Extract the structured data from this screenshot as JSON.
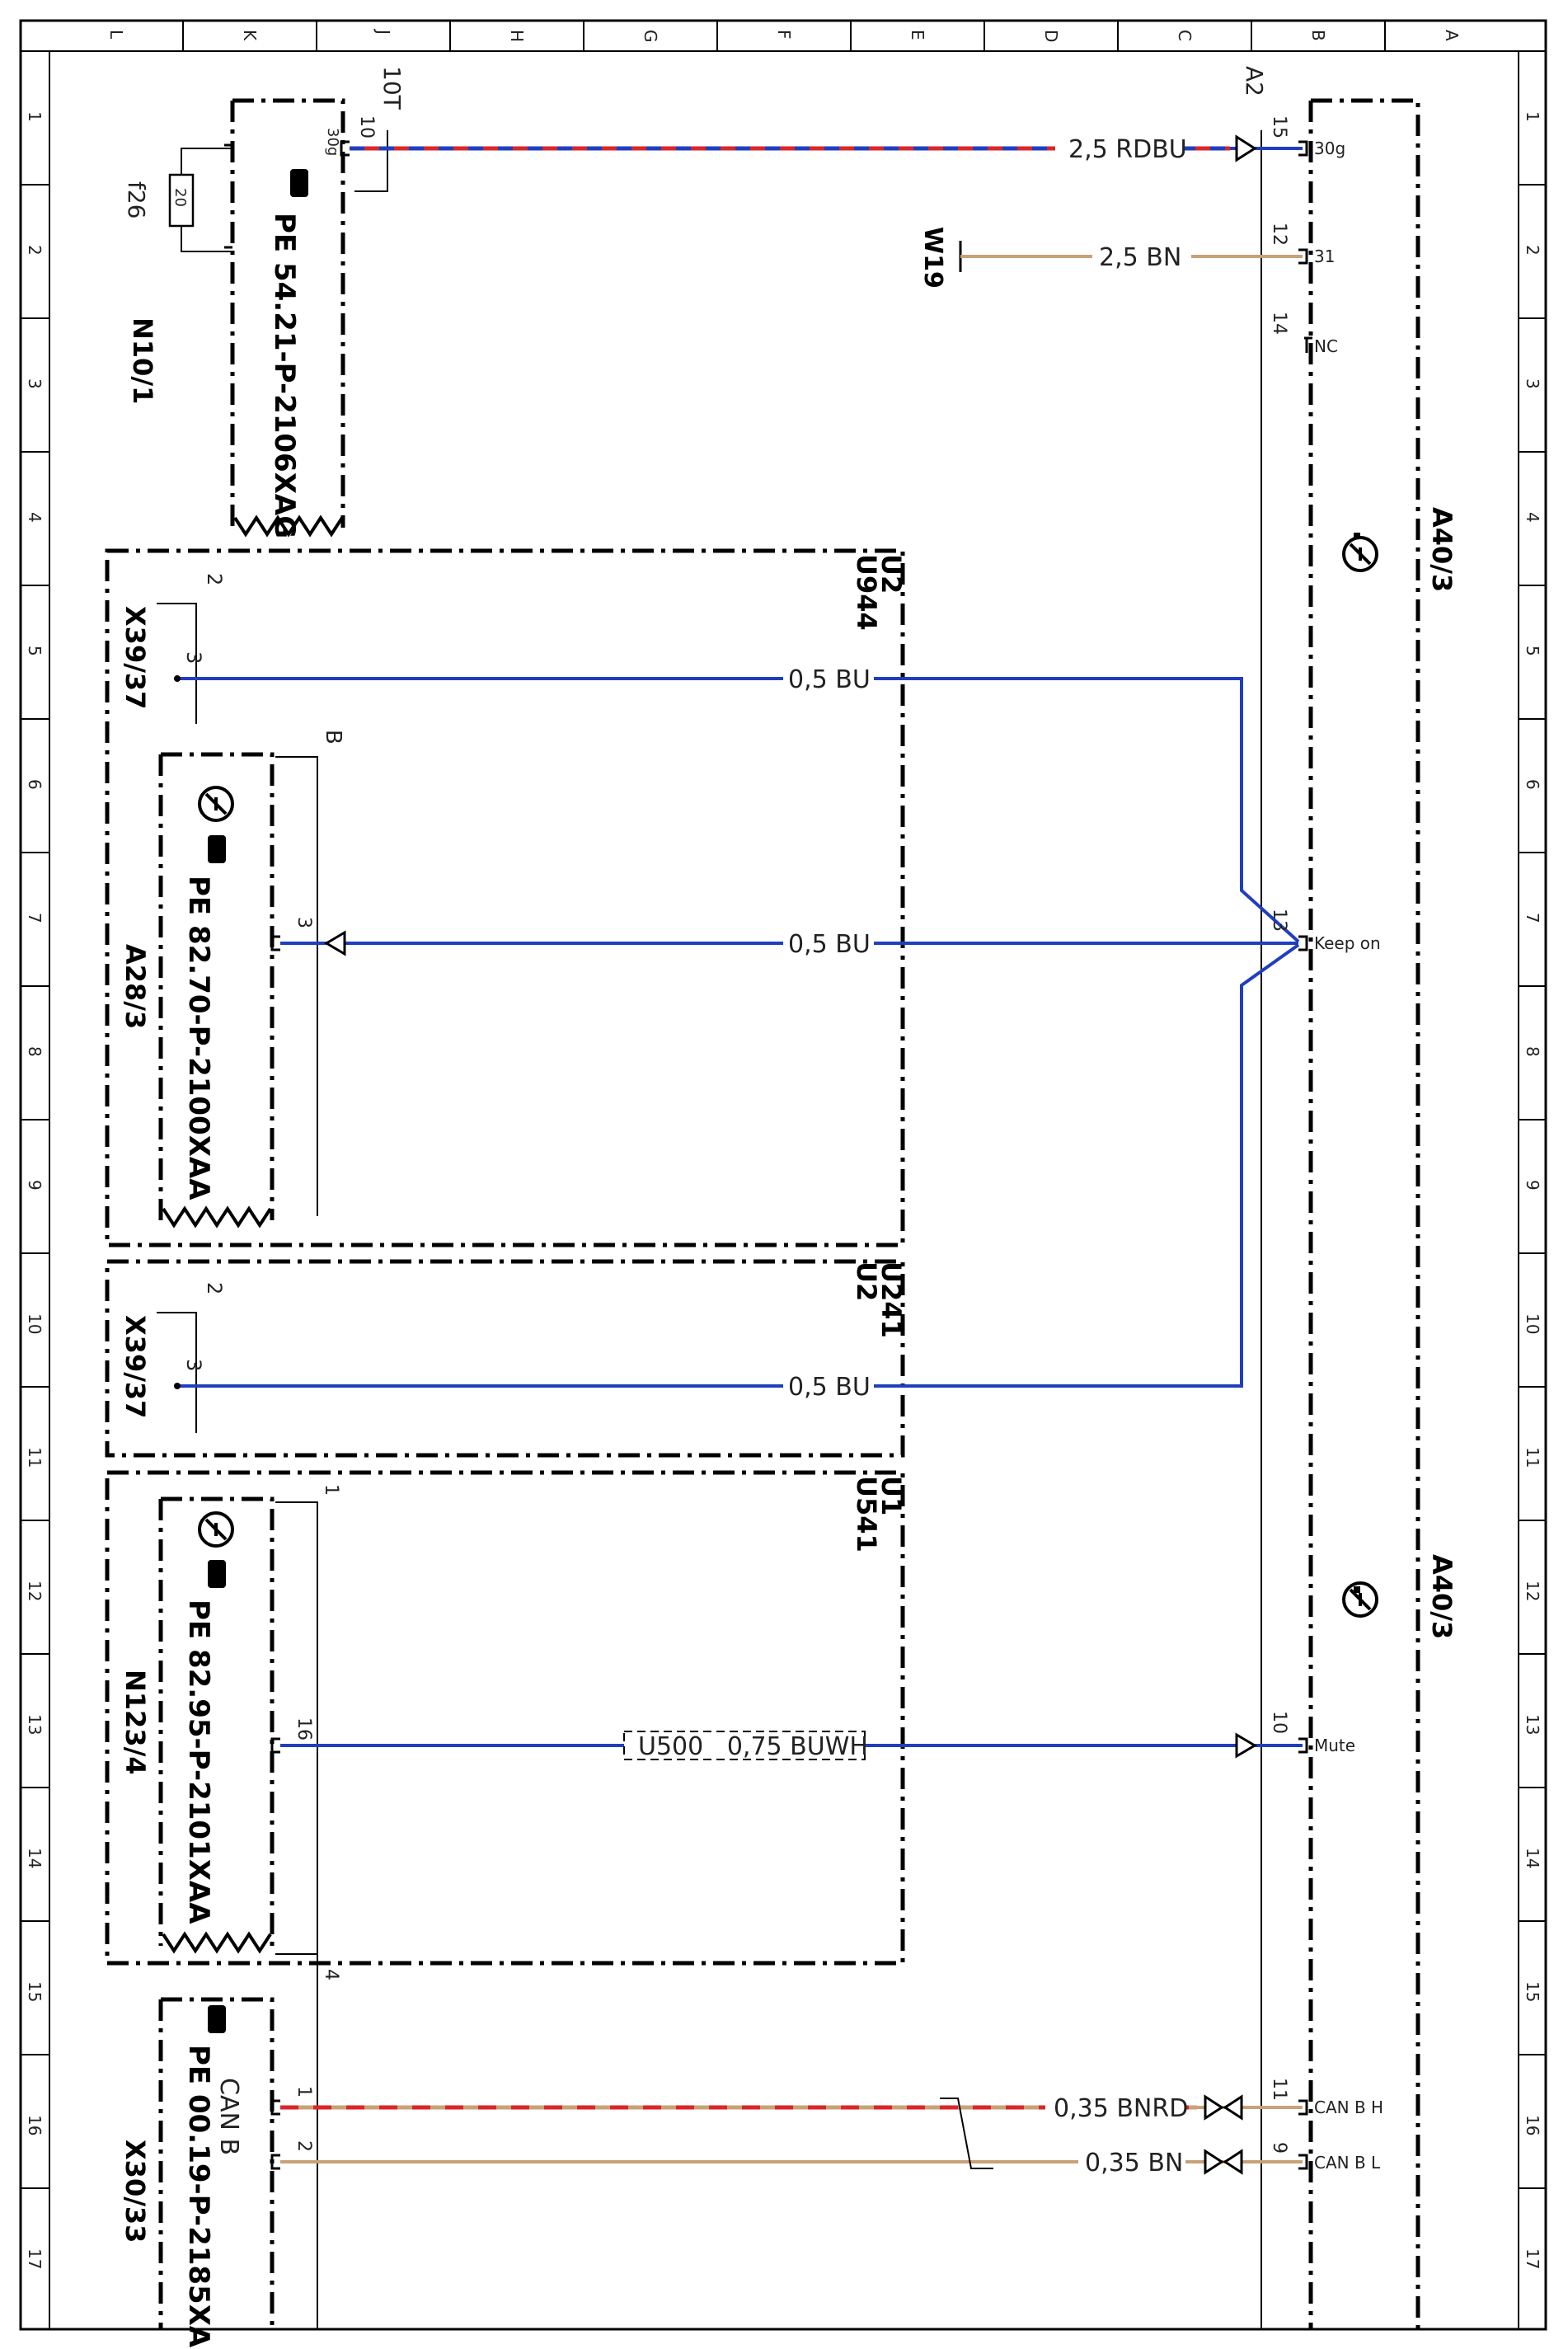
{
  "grid": {
    "columns": [
      "L",
      "K",
      "J",
      "H",
      "G",
      "F",
      "E",
      "D",
      "C",
      "B",
      "A"
    ],
    "rows": [
      "1",
      "2",
      "3",
      "4",
      "5",
      "6",
      "7",
      "8",
      "9",
      "10",
      "11",
      "12",
      "13",
      "14",
      "15",
      "16",
      "17"
    ]
  },
  "components": {
    "n10_1": {
      "name": "N10/1",
      "doc": "PE 54.21-P-2106XAG",
      "pin_label_top": "10T",
      "pin_10": "10",
      "terminal_30g": "30g",
      "fuse_label": "f26",
      "fuse_value": "20"
    },
    "a2": {
      "name": "A2"
    },
    "w19": {
      "name": "W19"
    },
    "x39_37a": {
      "name": "X39/37",
      "pin2": "2",
      "pin3": "3"
    },
    "u944": {
      "upper": "U2",
      "lower": "U944"
    },
    "a28_3": {
      "name": "A28/3",
      "doc": "PE 82.70-P-2100XAA",
      "pin_b": "B",
      "pin3": "3"
    },
    "u241": {
      "upper": "U241",
      "lower": "U2"
    },
    "x39_37b": {
      "name": "X39/37",
      "pin2": "2",
      "pin3": "3"
    },
    "u541": {
      "upper": "U1",
      "lower": "U541"
    },
    "n123_4": {
      "name": "N123/4",
      "doc": "PE 82.95-P-2101XAA",
      "pin1": "1",
      "pin16": "16",
      "pin4": "4"
    },
    "x30_33": {
      "name": "X30/33",
      "doc": "PE 00.19-P-2185XA",
      "bus": "CAN B",
      "pin1": "1",
      "pin2": "2"
    },
    "a40_3": {
      "name": "A40/3"
    }
  },
  "a40_pins": [
    {
      "num": "15",
      "signal": "30g"
    },
    {
      "num": "12",
      "signal": "31"
    },
    {
      "num": "14",
      "signal": "NC"
    },
    {
      "num": "13",
      "signal": "Keep on"
    },
    {
      "num": "10",
      "signal": "Mute"
    },
    {
      "num": "11",
      "signal": "CAN B H"
    },
    {
      "num": "9",
      "signal": "CAN B L"
    }
  ],
  "wires": {
    "w1": {
      "label": "2,5 RDBU",
      "color_a": "#d9262b",
      "color_b": "#1f3fbf"
    },
    "w2": {
      "label": "2,5 BN",
      "color_a": "#c9a178"
    },
    "w3": {
      "label": "0,5 BU",
      "color_a": "#1f3fbf"
    },
    "w4": {
      "label": "0,5 BU",
      "color_a": "#1f3fbf"
    },
    "w5": {
      "label": "0,5 BU",
      "color_a": "#1f3fbf"
    },
    "w6": {
      "label": "U500   0,75 BUWH",
      "color_a": "#1f3fbf",
      "color_b": "#ffffff"
    },
    "w7": {
      "label": "0,35 BNRD",
      "color_a": "#c9a178",
      "color_b": "#d9262b"
    },
    "w8": {
      "label": "0,35 BN",
      "color_a": "#c9a178"
    }
  }
}
